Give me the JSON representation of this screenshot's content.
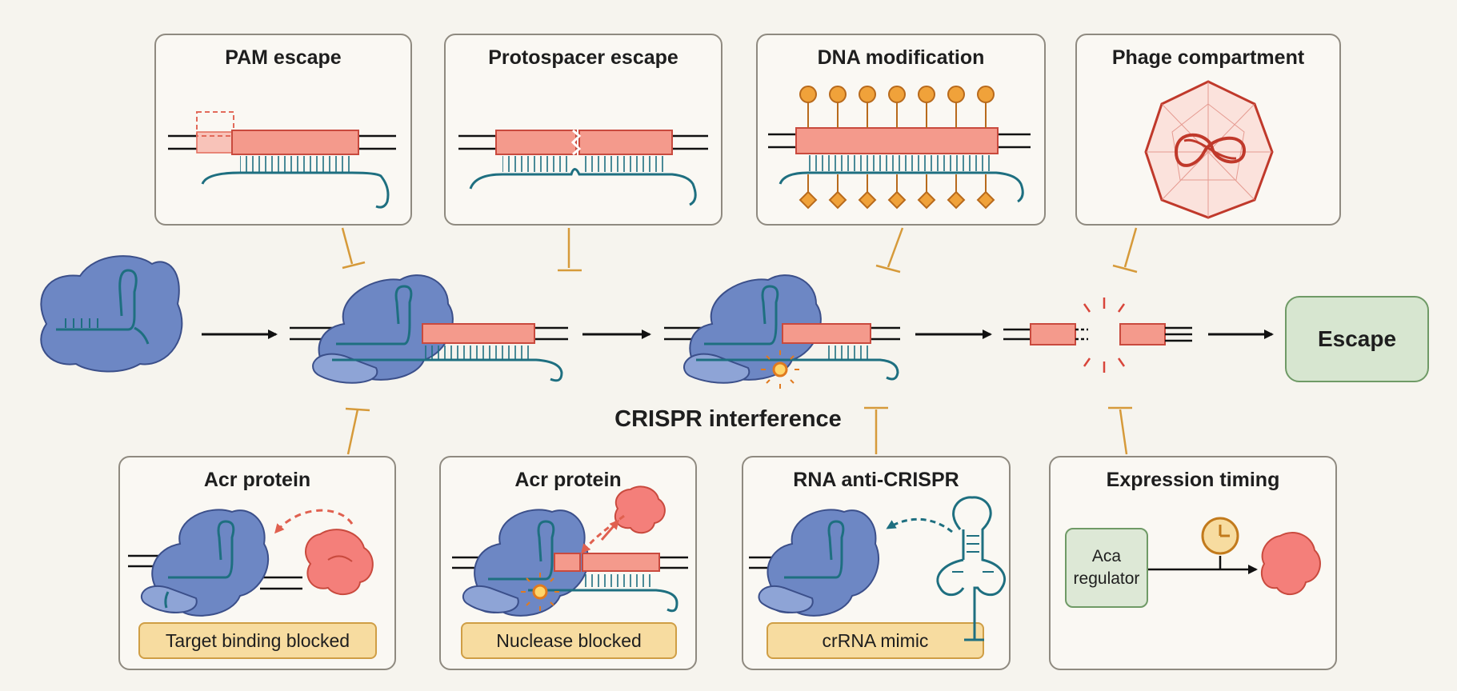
{
  "panels_top": [
    {
      "title": "PAM escape"
    },
    {
      "title": "Protospacer escape"
    },
    {
      "title": "DNA modification"
    },
    {
      "title": "Phage compartment"
    }
  ],
  "panels_bottom": [
    {
      "title": "Acr protein",
      "tag": "Target binding blocked"
    },
    {
      "title": "Acr protein",
      "tag": "Nuclease blocked"
    },
    {
      "title": "RNA anti-CRISPR",
      "tag": "crRNA mimic"
    },
    {
      "title": "Expression timing"
    }
  ],
  "aca_regulator": {
    "line1": "Aca",
    "line2": "regulator"
  },
  "center_label": "CRISPR interference",
  "escape_label": "Escape",
  "colors": {
    "cas_protein": "#6d87c4",
    "dna_target": "#f49a8c",
    "crrna": "#1e6f80",
    "inhibition": "#d69a3a",
    "acr_protein": "#f47f7a",
    "modification": "#f0a23a",
    "escape_green": "#d7e6d0"
  }
}
